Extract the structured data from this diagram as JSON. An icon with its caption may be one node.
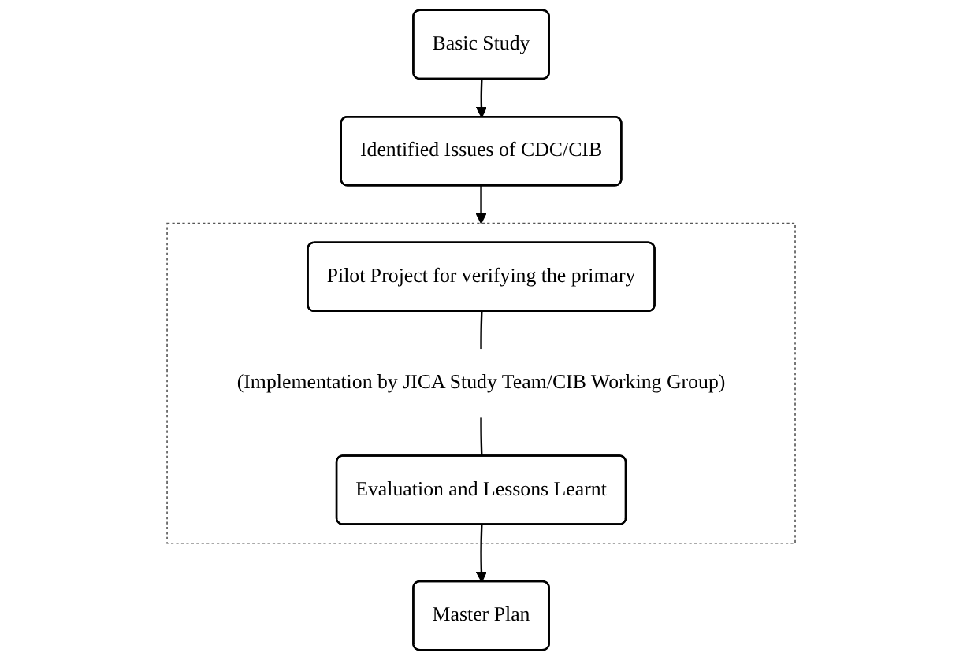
{
  "diagram": {
    "nodes": [
      {
        "text": [
          "Basic Study"
        ]
      },
      {
        "text": [
          "Identified Issues of CDC/CIB"
        ]
      },
      {
        "text": [],
        "shape": "box"
      },
      {
        "text": [
          "Pilot Project for verifying the primary"
        ],
        "in": 2
      },
      {
        "text": [
          "(Implementation by JICA Study Team/CIB Working Group)"
        ],
        "in": 2
      },
      {
        "text": [
          "Evaluation and Lessons Learnt"
        ],
        "in": 2
      },
      {
        "text": [
          "Master Plan"
        ]
      }
    ],
    "edges": [
      {
        "from": 0,
        "to": 1,
        "arrow": "to"
      },
      {
        "from": 1,
        "to": 2,
        "arrow": "to"
      },
      {
        "from": 3,
        "to": 4,
        "arrow": "none"
      },
      {
        "from": 4,
        "to": 5,
        "arrow": "none"
      },
      {
        "from": 5,
        "to": 6,
        "arrow": "to"
      }
    ]
  }
}
